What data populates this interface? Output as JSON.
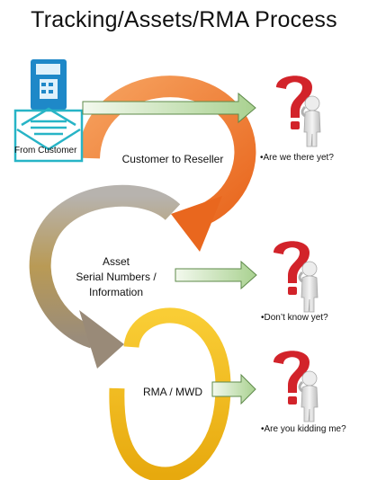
{
  "title": "Tracking/Assets/RMA Process",
  "source": {
    "label": "From Customer",
    "icons": [
      "mobile-phone-icon",
      "envelope-icon"
    ]
  },
  "stages": [
    {
      "id": "customer",
      "lines": [
        "Customer to Reseller"
      ],
      "color": "#EE7A2C"
    },
    {
      "id": "asset",
      "lines": [
        "Asset",
        "Serial Numbers /",
        "Information"
      ],
      "color": "#B7A16A"
    },
    {
      "id": "rma",
      "lines": [
        "RMA / MWD"
      ],
      "color": "#F2B514"
    }
  ],
  "notes": [
    {
      "text": "•Are we there yet?",
      "icon": "question-mark-figure-icon"
    },
    {
      "text": "•Don’t know yet?",
      "icon": "question-mark-figure-icon"
    },
    {
      "text": "•Are you kidding me?",
      "icon": "question-mark-figure-icon"
    }
  ],
  "colors": {
    "arrow_green": "#8FC079",
    "arrow_green_light": "#E4F1DA",
    "question_red": "#D2232A",
    "icon_blue": "#1E88C8",
    "envelope_teal": "#27B4C6"
  }
}
